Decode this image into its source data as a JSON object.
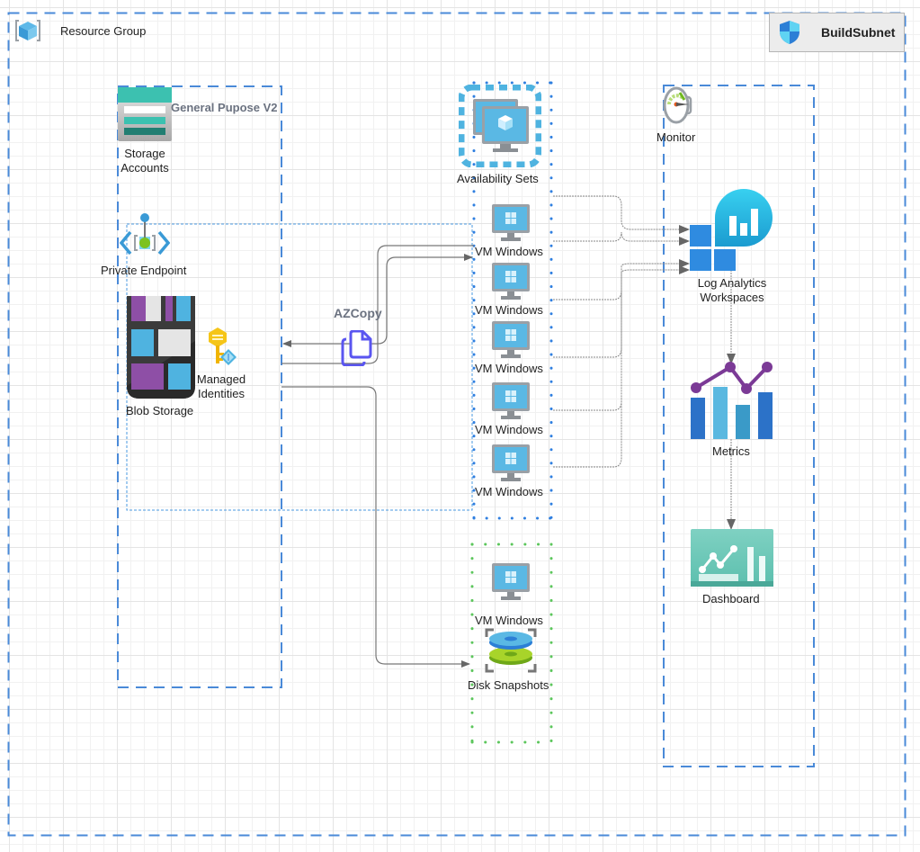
{
  "diagram": {
    "resource_group": {
      "label": "Resource Group",
      "icon": "resource-group-icon"
    },
    "subnet": {
      "label": "BuildSubnet",
      "icon": "shield-icon"
    },
    "storage_group": {
      "title": "General Pupose V2",
      "storage_accounts": {
        "label_line1": "Storage",
        "label_line2": "Accounts",
        "icon": "storage-accounts-icon"
      },
      "private_endpoint": {
        "label": "Private Endpoint",
        "icon": "private-endpoint-icon"
      },
      "blob_storage": {
        "label": "Blob Storage",
        "icon": "blob-storage-icon"
      },
      "managed_identities": {
        "label_line1": "Managed",
        "label_line2": "Identities",
        "icon": "key-icon"
      }
    },
    "azcopy": {
      "label": "AZCopy",
      "icon": "copy-icon"
    },
    "availability_sets": {
      "label": "Availability Sets",
      "icon": "availability-sets-icon",
      "vms": [
        {
          "label": "VM Windows"
        },
        {
          "label": "VM Windows"
        },
        {
          "label": "VM Windows"
        },
        {
          "label": "VM Windows"
        },
        {
          "label": "VM Windows"
        }
      ]
    },
    "snapshot_group": {
      "vm": {
        "label": "VM Windows"
      },
      "disk_snapshots": {
        "label": "Disk Snapshots",
        "icon": "disk-snapshots-icon"
      }
    },
    "monitor_group": {
      "monitor": {
        "label": "Monitor",
        "icon": "monitor-gauge-icon"
      },
      "log_analytics": {
        "label_line1": "Log Analytics",
        "label_line2": "Workspaces",
        "icon": "log-analytics-icon"
      },
      "metrics": {
        "label": "Metrics",
        "icon": "metrics-icon"
      },
      "dashboard": {
        "label": "Dashboard",
        "icon": "dashboard-icon"
      }
    },
    "colors": {
      "container_dash": "#4a8ad8",
      "vnet_dots": "#2f7fe0",
      "snapshot_dots": "#5cc65c",
      "connector": "#777777",
      "azure_blue": "#4fb3e0",
      "azcopy_purple": "#5a55f0",
      "metrics_purple": "#7b3a96"
    }
  }
}
